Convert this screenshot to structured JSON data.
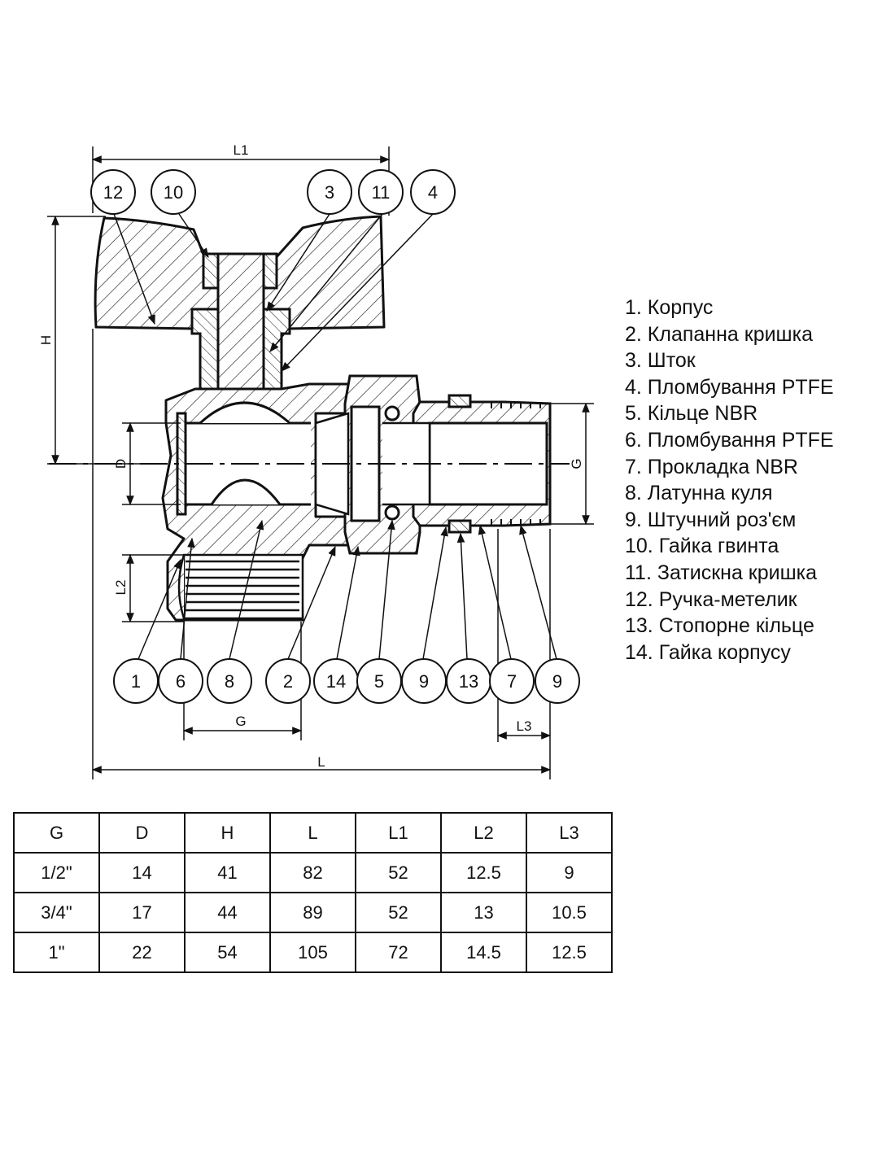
{
  "dimension_labels": {
    "overall_length": "L",
    "handle_length": "L1",
    "height": "H",
    "bore_diameter": "D",
    "thread_length": "L2",
    "union_thread_length": "L3",
    "bottom_thread": "G",
    "side_thread": "G"
  },
  "callouts_top": [
    "12",
    "10",
    "3",
    "11",
    "4"
  ],
  "callouts_bottom": [
    "1",
    "6",
    "8",
    "2",
    "14",
    "5",
    "9",
    "13",
    "7",
    "9"
  ],
  "parts": [
    "1. Корпус",
    "2. Клапанна кришка",
    "3. Шток",
    "4. Пломбування PTFE",
    "5. Кільце NBR",
    "6. Пломбування PTFE",
    "7. Прокладка NBR",
    "8. Латунна куля",
    "9. Штучний роз'єм",
    "10. Гайка гвинта",
    "11. Затискна кришка",
    "12. Ручка-метелик",
    "13. Стопорне кільце",
    "14. Гайка корпусу"
  ],
  "table": {
    "headers": [
      "G",
      "D",
      "H",
      "L",
      "L1",
      "L2",
      "L3"
    ],
    "rows": [
      [
        "1/2\"",
        "14",
        "41",
        "82",
        "52",
        "12.5",
        "9"
      ],
      [
        "3/4\"",
        "17",
        "44",
        "89",
        "52",
        "13",
        "10.5"
      ],
      [
        "1\"",
        "22",
        "54",
        "105",
        "72",
        "14.5",
        "12.5"
      ]
    ]
  }
}
